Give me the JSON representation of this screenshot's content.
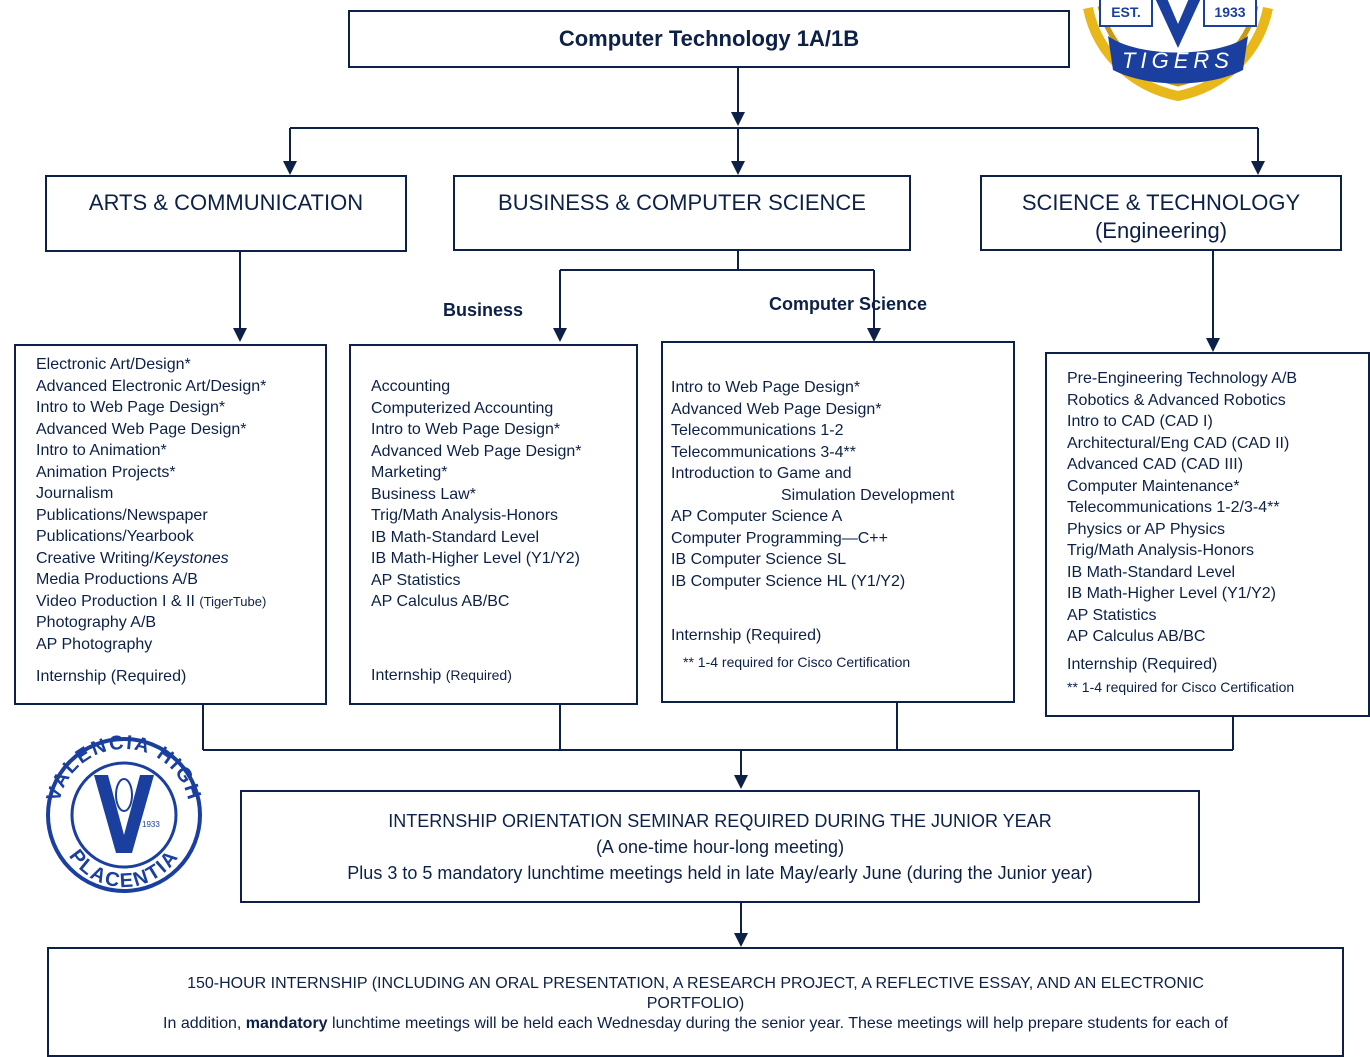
{
  "title": "Computer Technology 1A/1B",
  "logo_top": {
    "est": "EST.",
    "year": "1933",
    "name": "TIGERS"
  },
  "seal": {
    "top_text": "VALENCIA HIGH",
    "bottom_text": "PLACENTIA",
    "year": "1933"
  },
  "categories": {
    "arts": {
      "label": "ARTS & COMMUNICATION"
    },
    "business_cs": {
      "label": "BUSINESS & COMPUTER SCIENCE"
    },
    "science": {
      "label": "SCIENCE & TECHNOLOGY",
      "sub": "(Engineering)"
    }
  },
  "sublabels": {
    "business": "Business",
    "computer_science": "Computer Science"
  },
  "arts_courses": [
    "Electronic Art/Design*",
    "Advanced Electronic Art/Design*",
    "Intro to Web Page Design*",
    "Advanced Web Page Design*",
    "Intro to Animation*",
    "Animation Projects*",
    "Journalism",
    "Publications/Newspaper",
    "Publications/Yearbook"
  ],
  "arts_creative": {
    "prefix": "Creative Writing/",
    "italic": "Keystones"
  },
  "arts_media": "Media Productions A/B",
  "arts_video": {
    "main": "Video Production I & II",
    "small": "(TigerTube)"
  },
  "arts_photo": [
    "Photography A/B",
    "AP Photography"
  ],
  "arts_internship": "Internship (Required)",
  "business_courses": [
    "Accounting",
    "Computerized Accounting",
    "Intro to Web Page Design*",
    "Advanced Web Page Design*",
    "Marketing*",
    "Business Law*",
    "Trig/Math Analysis-Honors",
    "IB Math-Standard Level",
    "IB Math-Higher Level (Y1/Y2)",
    "AP Statistics",
    "AP Calculus AB/BC"
  ],
  "business_internship": {
    "main": "Internship",
    "small": "(Required)"
  },
  "cs_courses_a": [
    "Intro to Web Page Design*",
    "Advanced Web Page Design*",
    "Telecommunications 1-2",
    "Telecommunications 3-4**",
    "Introduction to Game and"
  ],
  "cs_game_cont": "Simulation Development",
  "cs_courses_b": [
    "AP Computer Science A",
    "Computer Programming—C++",
    "IB Computer Science SL",
    "IB Computer Science HL (Y1/Y2)"
  ],
  "cs_internship": "Internship (Required)",
  "cs_note": "** 1-4 required for Cisco Certification",
  "science_courses": [
    "Pre-Engineering Technology A/B",
    "Robotics & Advanced Robotics",
    "Intro to CAD (CAD I)",
    "Architectural/Eng CAD (CAD II)",
    "Advanced CAD (CAD III)",
    "Computer Maintenance*",
    "Telecommunications 1-2/3-4**",
    "Physics or AP Physics",
    "Trig/Math Analysis-Honors",
    "IB Math-Standard Level",
    "IB Math-Higher Level (Y1/Y2)",
    "AP Statistics",
    "AP Calculus AB/BC"
  ],
  "science_internship": "Internship (Required)",
  "science_note": "** 1-4 required for Cisco Certification",
  "orientation": {
    "line1": "INTERNSHIP ORIENTATION SEMINAR REQUIRED DURING THE JUNIOR YEAR",
    "line2": "(A one-time hour-long meeting)",
    "line3": "Plus 3 to 5 mandatory lunchtime meetings held in late May/early June (during the Junior year)"
  },
  "internship": {
    "line1": "150-HOUR INTERNSHIP (INCLUDING AN ORAL PRESENTATION, A RESEARCH PROJECT, A REFLECTIVE ESSAY, AND AN ELECTRONIC",
    "line2": "PORTFOLIO)",
    "line3_pre": "In addition,",
    "line3_bold": "mandatory",
    "line3_post": "lunchtime meetings will be held each Wednesday during the senior year.  These meetings will help prepare students for each of"
  },
  "colors": {
    "navy": "#0d2048",
    "gold": "#e8b81a",
    "blue": "#1a3f9e"
  }
}
